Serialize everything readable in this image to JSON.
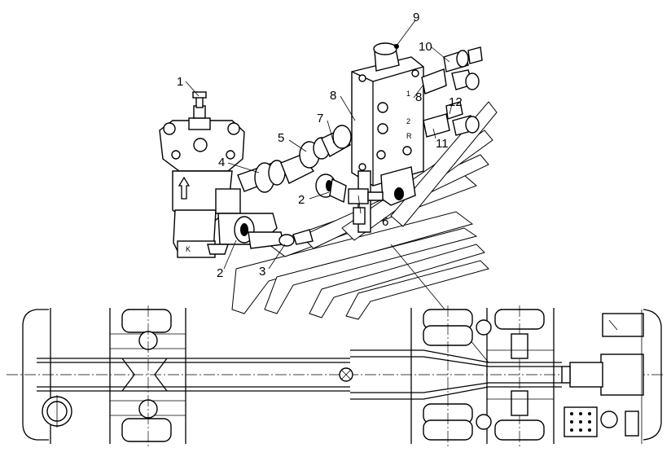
{
  "callouts": [
    {
      "id": "1",
      "label": "1"
    },
    {
      "id": "2a",
      "label": "2"
    },
    {
      "id": "2b",
      "label": "2"
    },
    {
      "id": "3",
      "label": "3"
    },
    {
      "id": "4",
      "label": "4"
    },
    {
      "id": "5",
      "label": "5"
    },
    {
      "id": "6",
      "label": "6"
    },
    {
      "id": "7",
      "label": "7"
    },
    {
      "id": "8a",
      "label": "8"
    },
    {
      "id": "8b",
      "label": "8"
    },
    {
      "id": "9",
      "label": "9"
    },
    {
      "id": "10",
      "label": "10"
    },
    {
      "id": "11",
      "label": "11"
    },
    {
      "id": "12",
      "label": "12"
    }
  ],
  "valve_markings": {
    "port_1": "1",
    "port_2": "2",
    "port_r": "R",
    "casting_k": "K"
  }
}
